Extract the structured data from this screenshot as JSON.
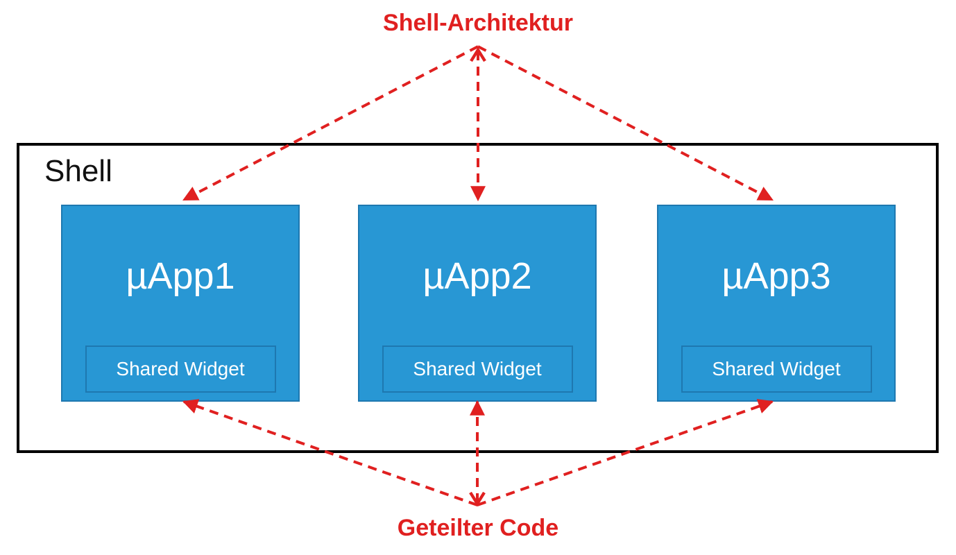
{
  "title": "Shell-Architektur",
  "bottom_label": "Geteilter Code",
  "shell": {
    "label": "Shell",
    "apps": [
      {
        "name": "µApp1",
        "widget": "Shared Widget"
      },
      {
        "name": "µApp2",
        "widget": "Shared Widget"
      },
      {
        "name": "µApp3",
        "widget": "Shared Widget"
      }
    ]
  },
  "colors": {
    "accent_red": "#E02020",
    "app_blue": "#2897D4",
    "app_border_blue": "#1E78B0",
    "shell_border": "#000000",
    "app_text": "#FFFFFF",
    "shell_text": "#111111",
    "background": "#FFFFFF"
  },
  "icons": {
    "arrow_style": "red-dashed-arrow"
  }
}
